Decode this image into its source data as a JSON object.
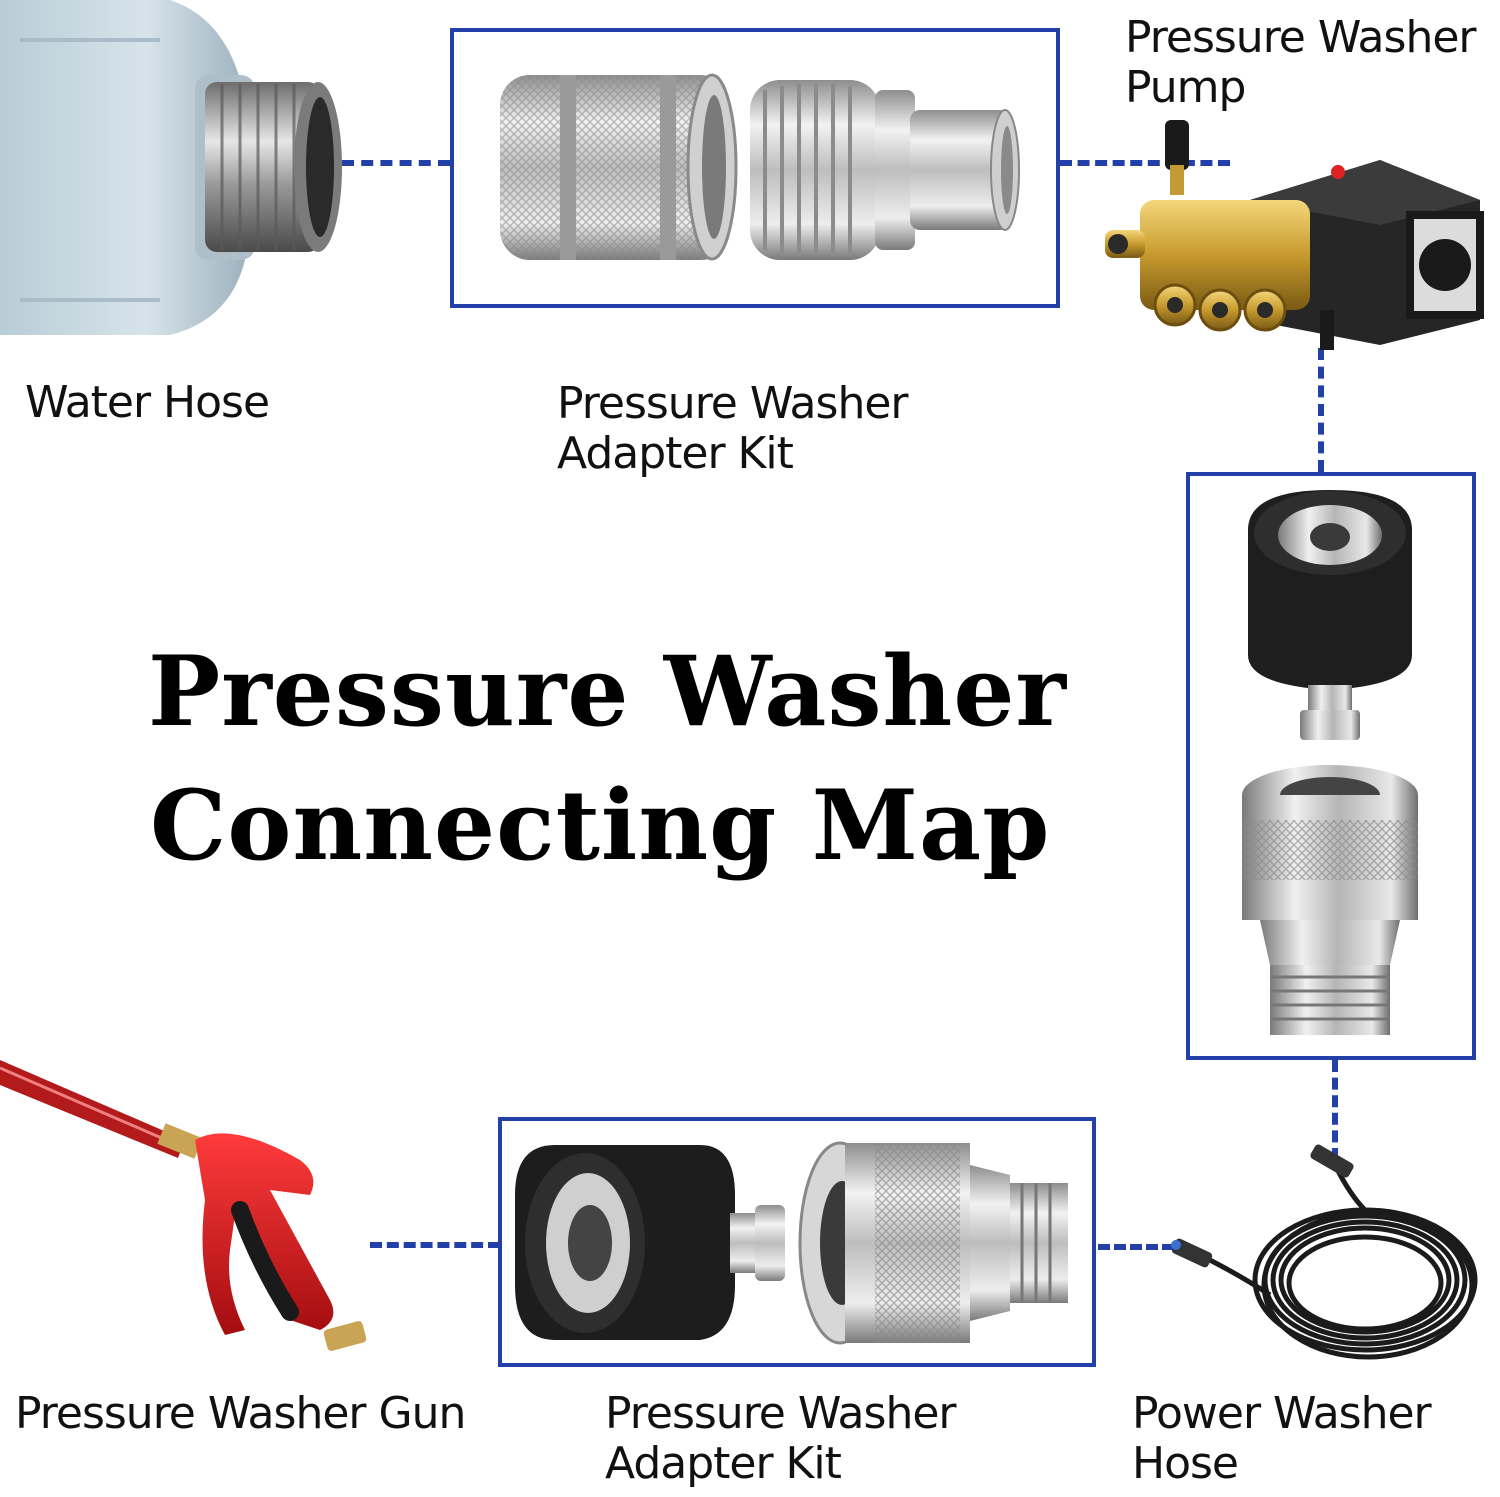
{
  "diagram": {
    "title_line1": "Pressure Washer",
    "title_line2": "Connecting Map",
    "accent_color": "#2240a8",
    "nodes": [
      {
        "id": "water-hose",
        "label": "Water Hose",
        "icon": "water-hose-fitting"
      },
      {
        "id": "adapter-kit-top",
        "label_line1": "Pressure Washer",
        "label_line2": "Adapter Kit",
        "icon": "quick-connect-couplers"
      },
      {
        "id": "pump",
        "label_line1": "Pressure Washer",
        "label_line2": "Pump",
        "icon": "brass-pump"
      },
      {
        "id": "adapter-kit-right",
        "icon": "m22-quick-connect-couplers"
      },
      {
        "id": "power-hose",
        "label_line1": "Power Washer",
        "label_line2": "Hose",
        "icon": "coiled-hose"
      },
      {
        "id": "adapter-kit-bottom",
        "label_line1": "Pressure Washer",
        "label_line2": "Adapter Kit",
        "icon": "m22-quick-connect-couplers"
      },
      {
        "id": "gun",
        "label": "Pressure Washer Gun",
        "icon": "spray-gun"
      }
    ]
  }
}
